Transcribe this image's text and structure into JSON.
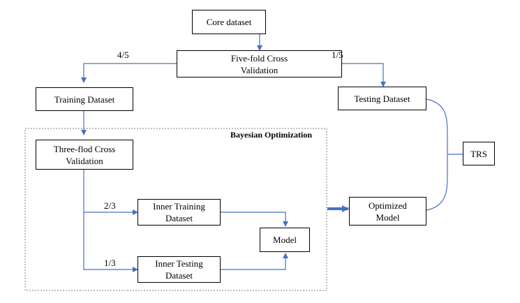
{
  "boxes": {
    "core": "Core dataset",
    "fivefold_line1": "Five-fold Cross",
    "fivefold_line2": "Validation",
    "training": "Training Dataset",
    "testing": "Testing Dataset",
    "threeflod_line1": "Three-flod Cross",
    "threeflod_line2": "Validation",
    "inner_training_line1": "Inner Training",
    "inner_training_line2": "Dataset",
    "inner_testing_line1": "Inner Testing",
    "inner_testing_line2": "Dataset",
    "model": "Model",
    "optimized_line1": "Optimized",
    "optimized_line2": "Model",
    "trs": "TRS"
  },
  "region": {
    "title": "Bayesian Optimization"
  },
  "edge_labels": {
    "train_split": "4/5",
    "test_split": "1/5",
    "inner_train_split": "2/3",
    "inner_test_split": "1/3"
  },
  "colors": {
    "arrow": "#4472C4",
    "border": "#000000",
    "region_border": "#7f7f7f"
  }
}
